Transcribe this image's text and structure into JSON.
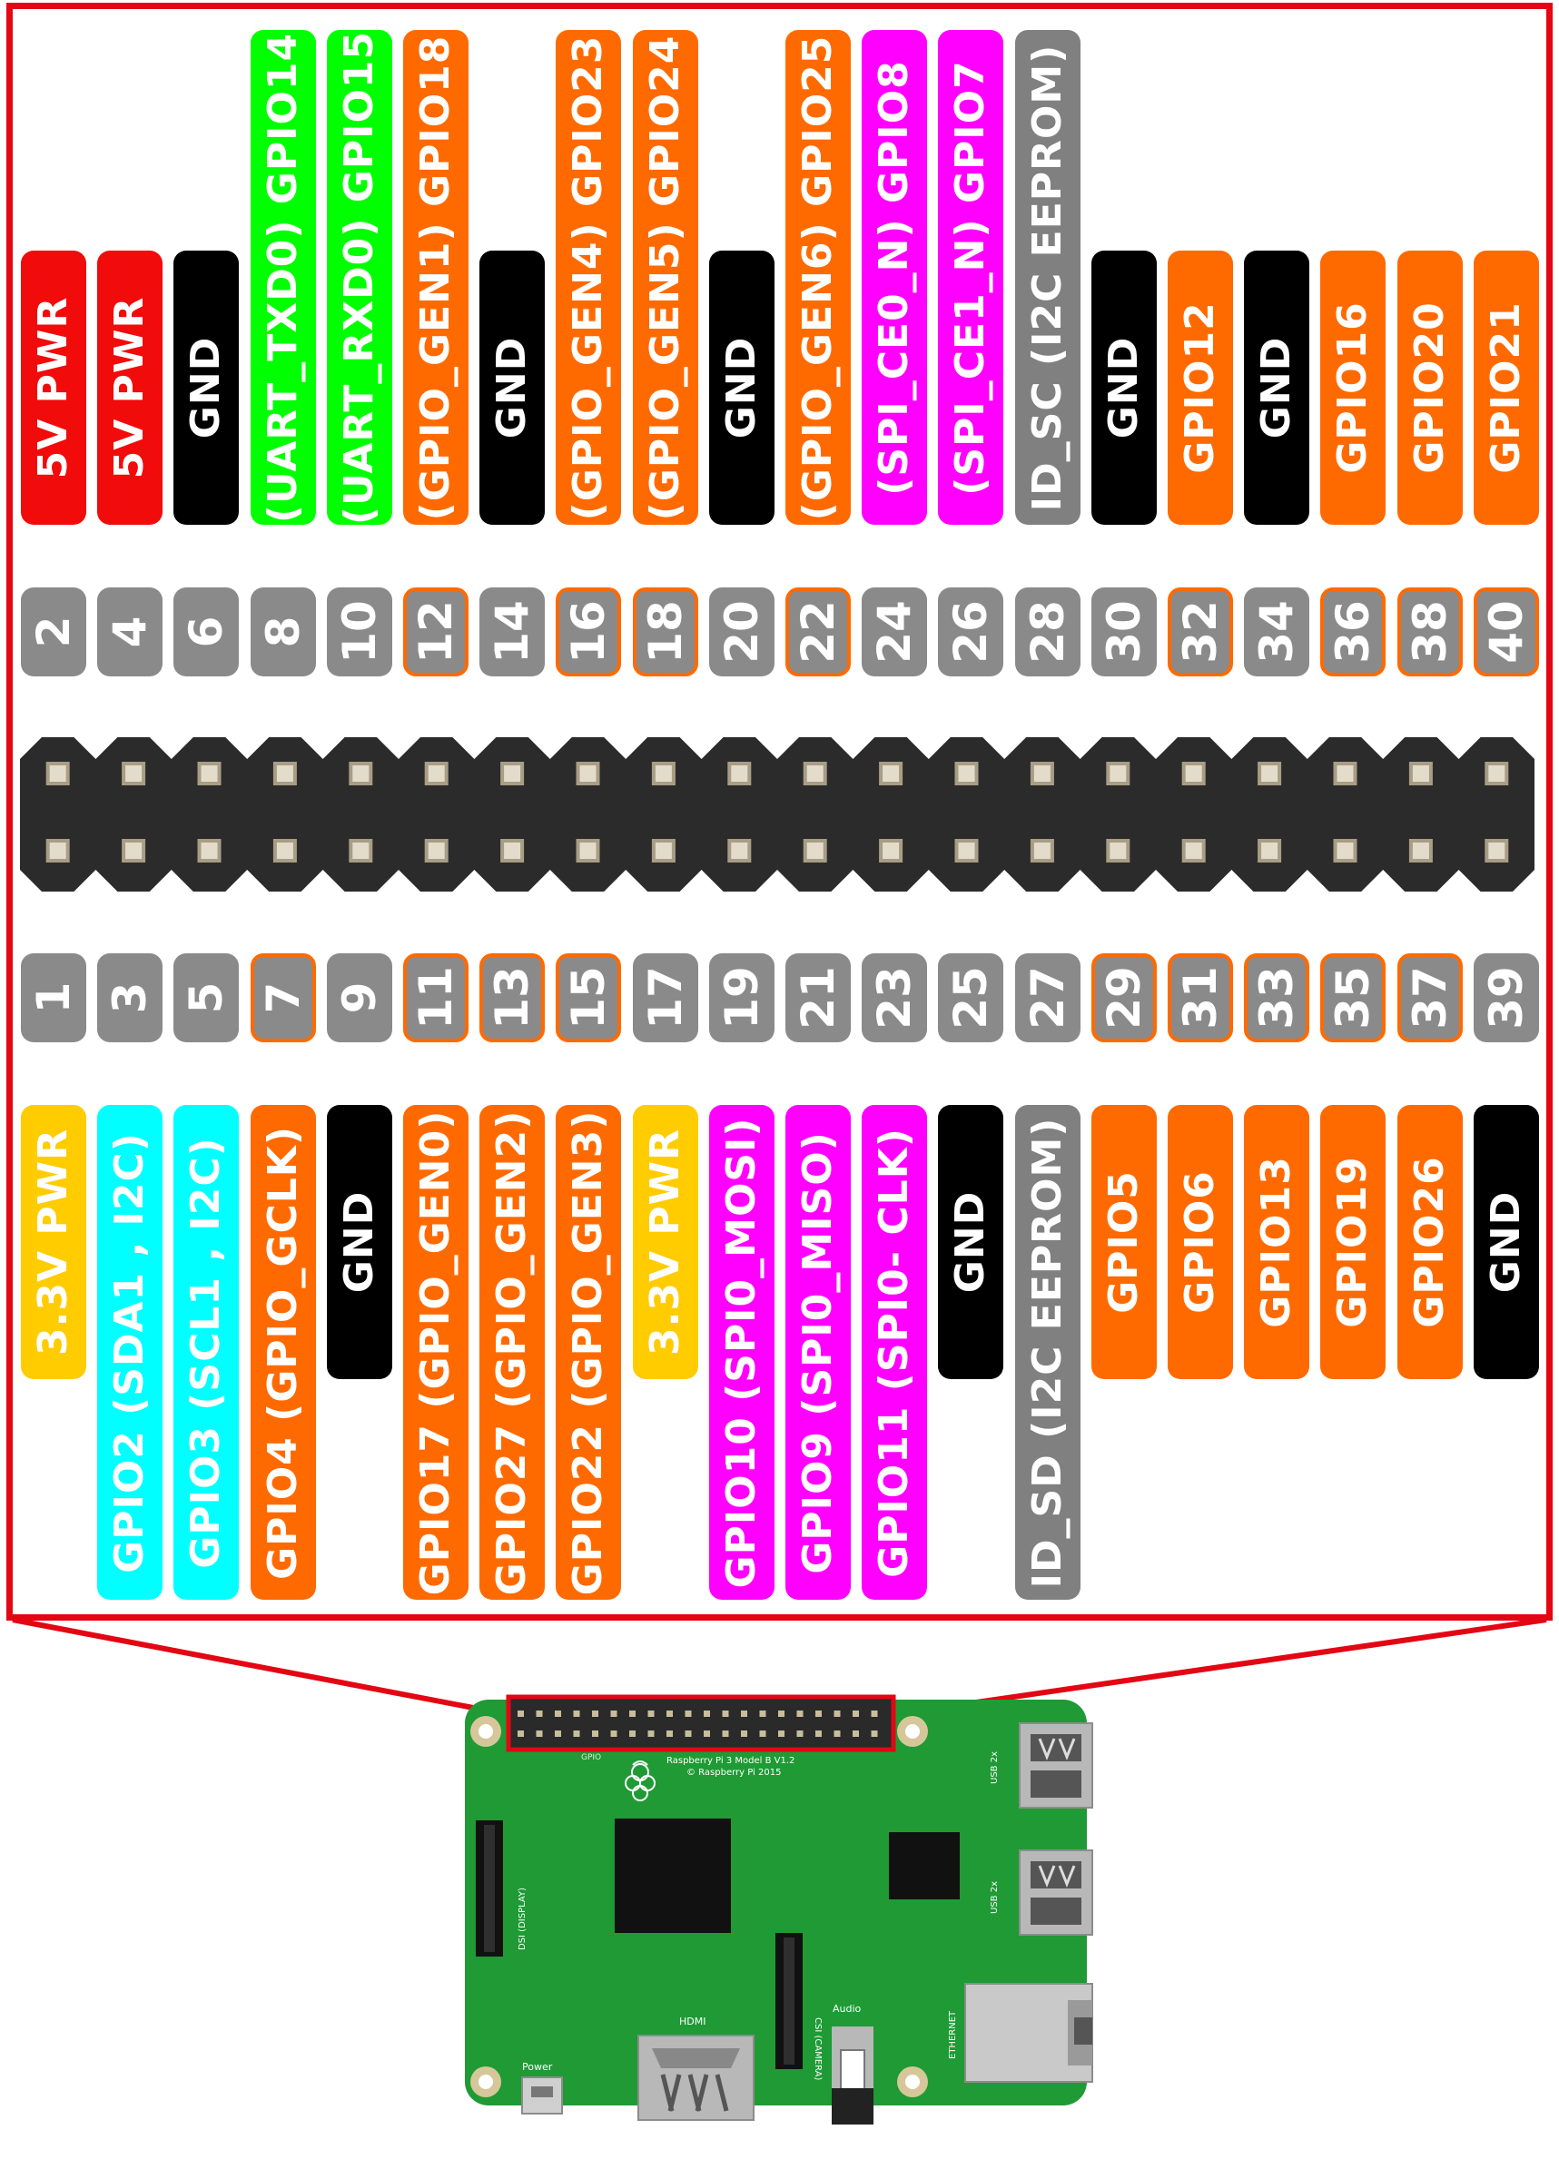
{
  "colors": {
    "power5v": "#f20b0b",
    "power33": "#ffcc00",
    "gnd": "#000000",
    "uart": "#00ff00",
    "gpio": "#ff6a00",
    "spi": "#ff00ff",
    "i2c": "#00ffff",
    "eeprom": "#808080",
    "pin_number_bg": "#8a8a8a",
    "frame": "#e30613",
    "board": "#1f9a34"
  },
  "top_row": [
    {
      "pin": "2",
      "label": "5V PWR",
      "type": "power5v",
      "gpio_highlight": false
    },
    {
      "pin": "4",
      "label": "5V PWR",
      "type": "power5v",
      "gpio_highlight": false
    },
    {
      "pin": "6",
      "label": "GND",
      "type": "gnd",
      "gpio_highlight": false
    },
    {
      "pin": "8",
      "label": "(UART_TXD0) GPIO14",
      "type": "uart",
      "gpio_highlight": false
    },
    {
      "pin": "10",
      "label": "(UART_RXD0) GPIO15",
      "type": "uart",
      "gpio_highlight": false
    },
    {
      "pin": "12",
      "label": "(GPIO_GEN1) GPIO18",
      "type": "gpio",
      "gpio_highlight": true
    },
    {
      "pin": "14",
      "label": "GND",
      "type": "gnd",
      "gpio_highlight": false
    },
    {
      "pin": "16",
      "label": "(GPIO_GEN4) GPIO23",
      "type": "gpio",
      "gpio_highlight": true
    },
    {
      "pin": "18",
      "label": "(GPIO_GEN5) GPIO24",
      "type": "gpio",
      "gpio_highlight": true
    },
    {
      "pin": "20",
      "label": "GND",
      "type": "gnd",
      "gpio_highlight": false
    },
    {
      "pin": "22",
      "label": "(GPIO_GEN6) GPIO25",
      "type": "gpio",
      "gpio_highlight": true
    },
    {
      "pin": "24",
      "label": "(SPI_CE0_N) GPIO8",
      "type": "spi",
      "gpio_highlight": false
    },
    {
      "pin": "26",
      "label": "(SPI_CE1_N) GPIO7",
      "type": "spi",
      "gpio_highlight": false
    },
    {
      "pin": "28",
      "label": "ID_SC (I2C EEPROM)",
      "type": "eeprom",
      "gpio_highlight": false
    },
    {
      "pin": "30",
      "label": "GND",
      "type": "gnd",
      "gpio_highlight": false
    },
    {
      "pin": "32",
      "label": "GPIO12",
      "type": "gpio",
      "gpio_highlight": true
    },
    {
      "pin": "34",
      "label": "GND",
      "type": "gnd",
      "gpio_highlight": false
    },
    {
      "pin": "36",
      "label": "GPIO16",
      "type": "gpio",
      "gpio_highlight": true
    },
    {
      "pin": "38",
      "label": "GPIO20",
      "type": "gpio",
      "gpio_highlight": true
    },
    {
      "pin": "40",
      "label": "GPIO21",
      "type": "gpio",
      "gpio_highlight": true
    }
  ],
  "bottom_row": [
    {
      "pin": "1",
      "label": "3.3V PWR",
      "type": "power33",
      "gpio_highlight": false
    },
    {
      "pin": "3",
      "label": "GPIO2 (SDA1 , I2C)",
      "type": "i2c",
      "gpio_highlight": false
    },
    {
      "pin": "5",
      "label": "GPIO3 (SCL1 , I2C)",
      "type": "i2c",
      "gpio_highlight": false
    },
    {
      "pin": "7",
      "label": "GPIO4 (GPIO_GCLK)",
      "type": "gpio",
      "gpio_highlight": true
    },
    {
      "pin": "9",
      "label": "GND",
      "type": "gnd",
      "gpio_highlight": false
    },
    {
      "pin": "11",
      "label": "GPIO17 (GPIO_GEN0)",
      "type": "gpio",
      "gpio_highlight": true
    },
    {
      "pin": "13",
      "label": "GPIO27 (GPIO_GEN2)",
      "type": "gpio",
      "gpio_highlight": true
    },
    {
      "pin": "15",
      "label": "GPIO22 (GPIO_GEN3)",
      "type": "gpio",
      "gpio_highlight": true
    },
    {
      "pin": "17",
      "label": "3.3V PWR",
      "type": "power33",
      "gpio_highlight": false
    },
    {
      "pin": "19",
      "label": "GPIO10 (SPI0_MOSI)",
      "type": "spi",
      "gpio_highlight": false
    },
    {
      "pin": "21",
      "label": "GPIO9 (SPI0_MISO)",
      "type": "spi",
      "gpio_highlight": false
    },
    {
      "pin": "23",
      "label": "GPIO11 (SPI0- CLK)",
      "type": "spi",
      "gpio_highlight": false
    },
    {
      "pin": "25",
      "label": "GND",
      "type": "gnd",
      "gpio_highlight": false
    },
    {
      "pin": "27",
      "label": "ID_SD (I2C EEPROM)",
      "type": "eeprom",
      "gpio_highlight": false
    },
    {
      "pin": "29",
      "label": "GPIO5",
      "type": "gpio",
      "gpio_highlight": true
    },
    {
      "pin": "31",
      "label": "GPIO6",
      "type": "gpio",
      "gpio_highlight": true
    },
    {
      "pin": "33",
      "label": "GPIO13",
      "type": "gpio",
      "gpio_highlight": true
    },
    {
      "pin": "35",
      "label": "GPIO19",
      "type": "gpio",
      "gpio_highlight": true
    },
    {
      "pin": "37",
      "label": "GPIO26",
      "type": "gpio",
      "gpio_highlight": true
    },
    {
      "pin": "39",
      "label": "GND",
      "type": "gnd",
      "gpio_highlight": false
    }
  ],
  "board": {
    "model_text": "Raspberry Pi 3 Model B V1.2",
    "copyright_text": "© Raspberry Pi 2015",
    "gpio_text": "GPIO",
    "usb_label_1": "USB 2x",
    "usb_label_2": "USB 2x",
    "ethernet_label": "ETHERNET",
    "dsi_label": "DSI (DISPLAY)",
    "csi_label": "CSI (CAMERA)",
    "hdmi_label": "HDMI",
    "audio_label": "Audio",
    "power_label": "Power"
  }
}
